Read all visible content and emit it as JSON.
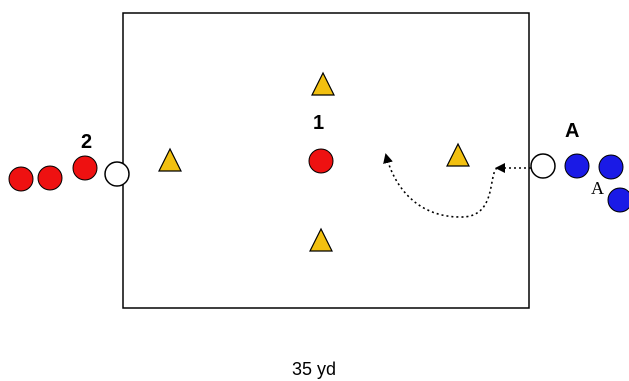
{
  "diagram": {
    "labels": {
      "group_1": "1",
      "group_2": "2",
      "team_a": "A",
      "player_a": "A",
      "field_width": "35 yd"
    },
    "colors": {
      "red_player": "#ee1111",
      "blue_player": "#1a1ae6",
      "neutral_player": "#ffffff",
      "cone": "#f2c010",
      "field_line": "#000000"
    }
  }
}
